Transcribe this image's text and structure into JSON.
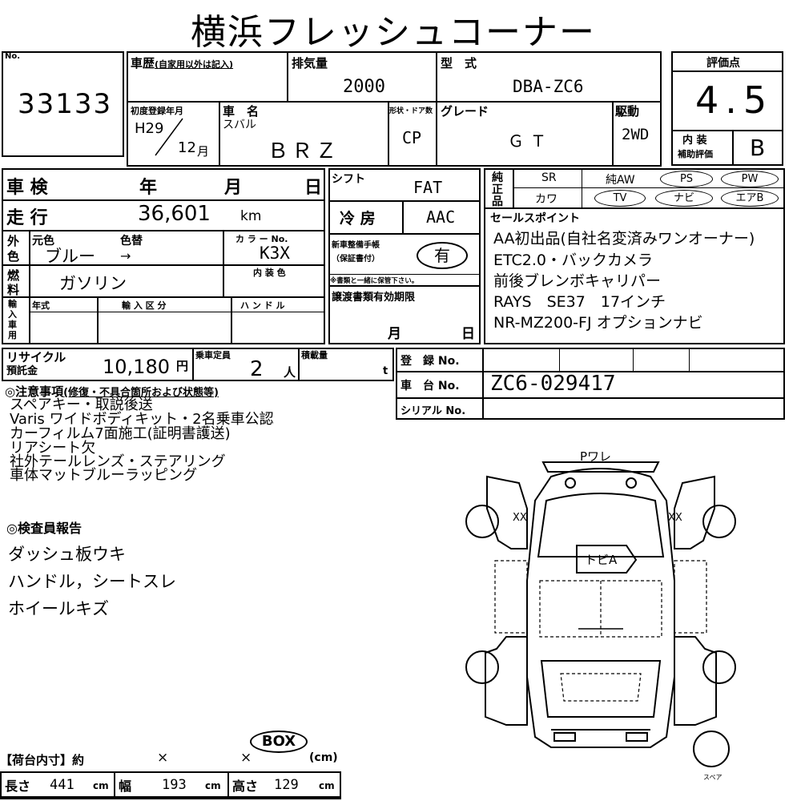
{
  "title": "横浜フレッシュコーナー",
  "no": {
    "label": "No.",
    "value": "33133"
  },
  "history": {
    "label": "車歴",
    "sub": "(自家用以外は記入)"
  },
  "displacement": {
    "label": "排気量",
    "value": "2000"
  },
  "model": {
    "label": "型　式",
    "value": "DBA-ZC6"
  },
  "first_reg": {
    "label": "初度登録年月",
    "era_year": "H29",
    "month": "12",
    "month_unit": "月"
  },
  "car_name": {
    "label": "車　名",
    "maker": "スバル",
    "value": "ＢＲＺ"
  },
  "body_type": {
    "label": "形状・ドア数",
    "value": "CP"
  },
  "grade": {
    "label": "グレード",
    "value": "ＧＴ"
  },
  "drive": {
    "label": "駆動",
    "value": "2WD"
  },
  "score": {
    "label": "評価点",
    "value": "4.5",
    "interior_label_1": "内 装",
    "interior_label_2": "補助評価",
    "interior_value": "B"
  },
  "inspection": {
    "label": "車 検",
    "y": "年",
    "m": "月",
    "d": "日"
  },
  "mileage": {
    "label": "走 行",
    "value": "36,601",
    "unit": "km"
  },
  "color": {
    "side_1": "外",
    "side_2": "色",
    "orig_label": "元色",
    "change_label": "色替",
    "orig_value": "ブルー",
    "arrow": "→",
    "code_label": "カ ラ ー No.",
    "code_value": "K3X",
    "interior_label": "内 装 色"
  },
  "fuel": {
    "side_1": "燃",
    "side_2": "料",
    "value": "ガソリン"
  },
  "import": {
    "side": "輸入車用",
    "year_label": "年式",
    "class_label": "輸 入 区 分",
    "handle_label": "ハ ン ド ル"
  },
  "shift": {
    "label": "シフト",
    "value": "FAT"
  },
  "ac": {
    "label": "冷 房",
    "value": "AAC"
  },
  "warranty": {
    "label_1": "新車整備手帳",
    "label_2": "（保証書付）",
    "value": "有",
    "note": "※書類と一緒に保管下さい。"
  },
  "docs": {
    "label": "譲渡書類有効期限",
    "m": "月",
    "d": "日"
  },
  "equipment": {
    "side_1": "純",
    "side_2": "正",
    "side_3": "品",
    "items": [
      "SR",
      "純AW",
      "PS",
      "PW",
      "カワ",
      "TV",
      "ナビ",
      "エアB"
    ]
  },
  "sales": {
    "label": "セールスポイント",
    "lines": [
      "AA初出品(自社名変済みワンオーナー)",
      "ETC2.0・バックカメラ",
      "前後ブレンボキャリパー",
      "RAYS　SE37　17インチ",
      "NR-MZ200-FJ オプションナビ"
    ]
  },
  "recycle": {
    "label_1": "リサイクル",
    "label_2": "預託金",
    "value": "10,180",
    "unit": "円"
  },
  "capacity": {
    "label": "乗車定員",
    "value": "2",
    "unit": "人"
  },
  "load": {
    "label": "積載量",
    "unit": "t"
  },
  "registration": {
    "label": "登　録 No.",
    "chassis_label": "車　台 No.",
    "chassis_value": "ZC6-029417",
    "serial_label": "シリアル No."
  },
  "caution": {
    "label": "◎注意事項",
    "sub": "(修復・不具合箇所および状態等)",
    "lines": [
      "スペアキー・取説後送",
      "Varis ワイドボディキット・2名乗車公認",
      "カーフィルム7面施工(証明書護送)",
      "リアシート欠",
      "社外テールレンズ・ステアリング",
      "車体マットブルーラッピング"
    ]
  },
  "inspector": {
    "label": "◎検査員報告",
    "lines": [
      "ダッシュ板ウキ",
      "ハンドル，シートスレ",
      "ホイールキズ"
    ]
  },
  "diagram": {
    "top_note": "Pワレ",
    "left_note": "XX",
    "right_note": "XX",
    "center_note": "トビA",
    "spare": "スペア"
  },
  "cargo": {
    "label": "【荷台内寸】約",
    "x1": "×",
    "x2": "×",
    "unit": "(cm)",
    "badge": "BOX",
    "len_label": "長さ",
    "len_value": "441",
    "wid_label": "幅",
    "wid_value": "193",
    "hei_label": "高さ",
    "hei_value": "129",
    "cm": "cm"
  }
}
